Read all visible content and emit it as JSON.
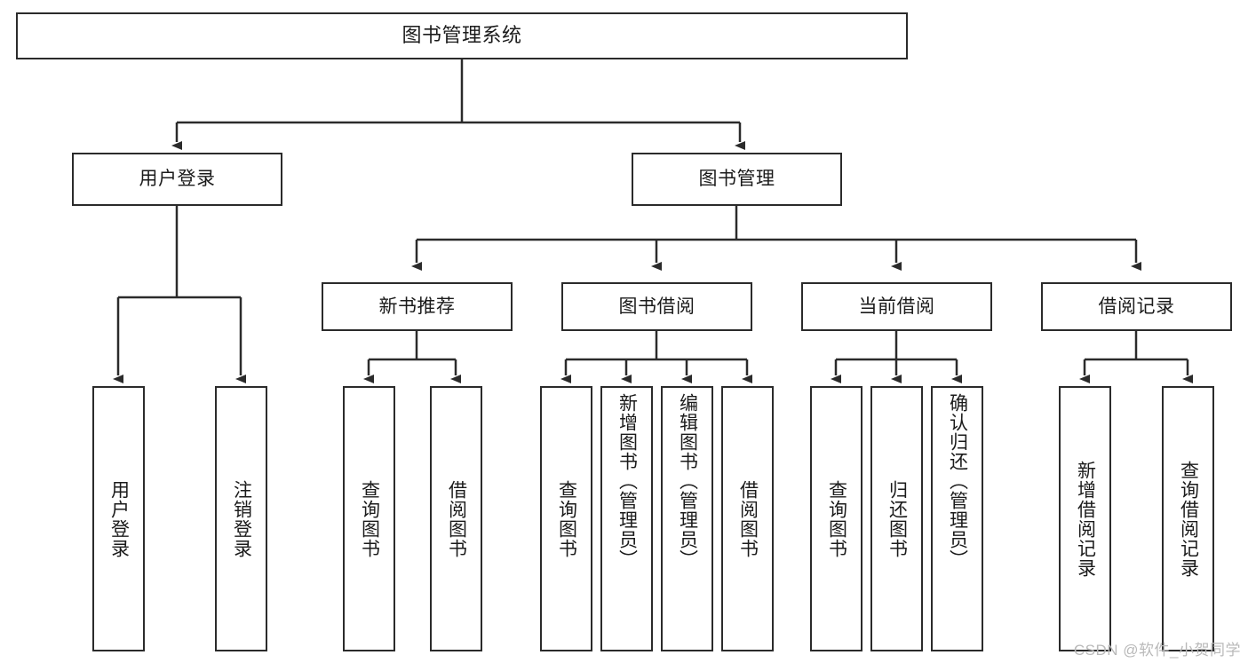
{
  "diagram": {
    "title": "图书管理系统",
    "type": "tree",
    "watermark": "CSDN @软件_小贺同学",
    "line_color": "#2b2b2b",
    "box_fill": "#ffffff",
    "text_color": "#1b1b1b"
  },
  "root": {
    "label": "图书管理系统"
  },
  "level2": [
    {
      "label": "用户登录"
    },
    {
      "label": "图书管理"
    }
  ],
  "level3": [
    {
      "label": "新书推荐"
    },
    {
      "label": "图书借阅"
    },
    {
      "label": "当前借阅"
    },
    {
      "label": "借阅记录"
    }
  ],
  "leaves": {
    "user_login": [
      {
        "label": "用户登录"
      },
      {
        "label": "注销登录"
      }
    ],
    "new_book": [
      {
        "label": "查询图书"
      },
      {
        "label": "借阅图书"
      }
    ],
    "borrow": [
      {
        "label": "查询图书"
      },
      {
        "label": "新增图书（管理员）"
      },
      {
        "label": "编辑图书（管理员）"
      },
      {
        "label": "借阅图书"
      }
    ],
    "current": [
      {
        "label": "查询图书"
      },
      {
        "label": "归还图书"
      },
      {
        "label": "确认归还（管理员）"
      }
    ],
    "records": [
      {
        "label": "新增借阅记录"
      },
      {
        "label": "查询借阅记录"
      }
    ]
  }
}
